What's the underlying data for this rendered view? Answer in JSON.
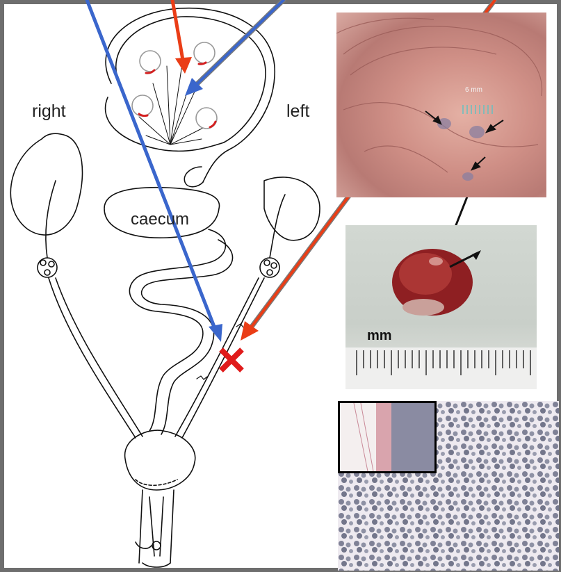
{
  "labels": {
    "right": "right",
    "left": "left",
    "caecum": "caecum",
    "mm": "mm",
    "scale": "6 mm"
  },
  "colors": {
    "blue_arrow": "#3a66cc",
    "red_arrow": "#ea3d16",
    "marker_x": "#e01b1b",
    "frame": "#6e6e6e"
  },
  "icons": {
    "marker": "x-mark-icon",
    "arrows": "arrow-icon"
  }
}
